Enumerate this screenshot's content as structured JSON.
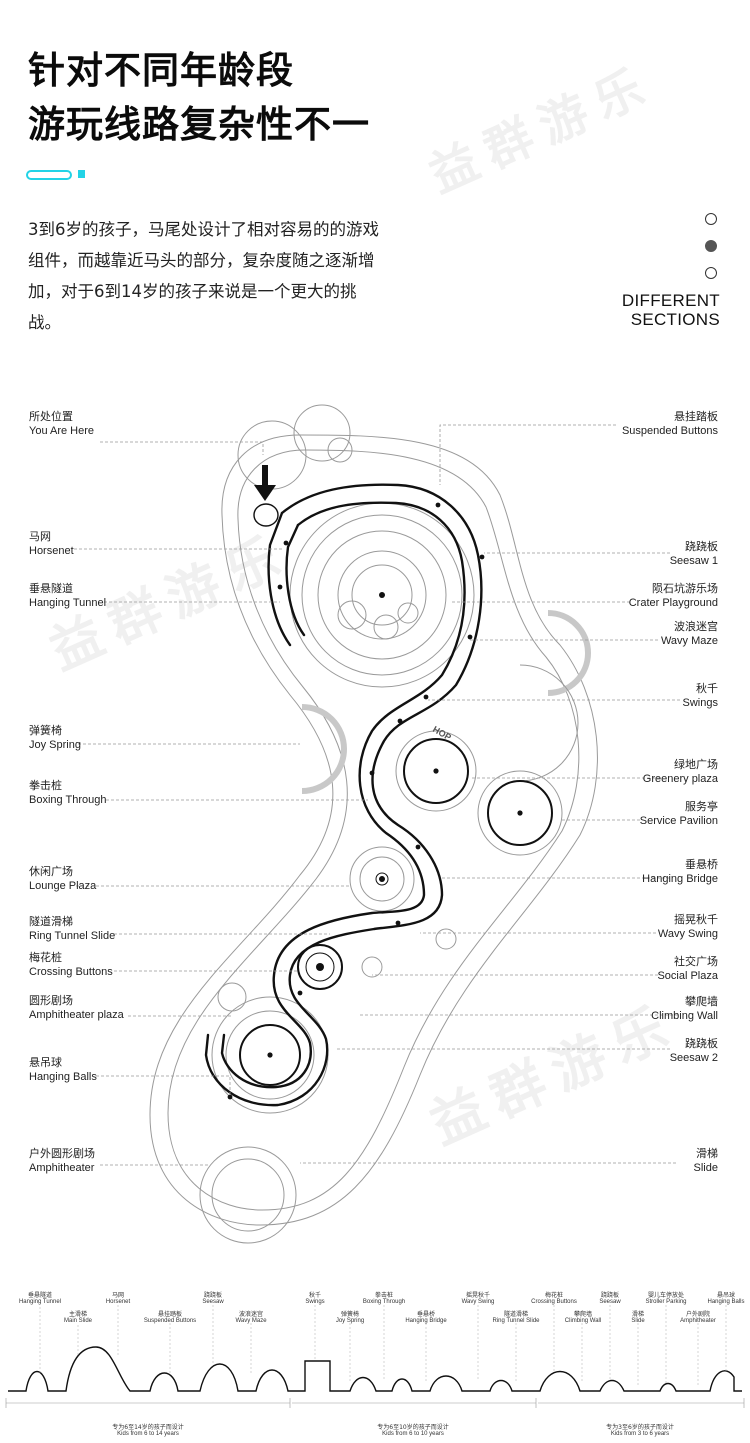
{
  "heading": {
    "line1": "针对不同年龄段",
    "line2": "游玩线路复杂性不一"
  },
  "intro": "3到6岁的孩子，马尾处设计了相对容易的的游戏组件，而越靠近马头的部分，复杂度随之逐渐增加，对于6到14岁的孩子来说是一个更大的挑战。",
  "section_title": {
    "line1": "DIFFERENT",
    "line2": "SECTIONS"
  },
  "watermark": "益群游乐",
  "pager": {
    "count": 3,
    "active_index": 1
  },
  "colors": {
    "accent": "#22d3e6",
    "line": "#9a9a9a",
    "path": "#111111"
  },
  "map_labels_left": [
    {
      "cn": "所处位置",
      "en": "You Are Here"
    },
    {
      "cn": "马网",
      "en": "Horsenet"
    },
    {
      "cn": "垂悬隧道",
      "en": "Hanging Tunnel"
    },
    {
      "cn": "弹簧椅",
      "en": "Joy Spring"
    },
    {
      "cn": "拳击桩",
      "en": "Boxing Through"
    },
    {
      "cn": "休闲广场",
      "en": "Lounge Plaza"
    },
    {
      "cn": "隧道滑梯",
      "en": "Ring Tunnel Slide"
    },
    {
      "cn": "梅花桩",
      "en": "Crossing Buttons"
    },
    {
      "cn": "圆形剧场",
      "en": "Amphitheater plaza"
    },
    {
      "cn": "悬吊球",
      "en": "Hanging Balls"
    },
    {
      "cn": "户外圆形剧场",
      "en": "Amphitheater"
    }
  ],
  "map_labels_right": [
    {
      "cn": "悬挂踏板",
      "en": "Suspended Buttons"
    },
    {
      "cn": "跷跷板",
      "en": "Seesaw 1"
    },
    {
      "cn": "陨石坑游乐场",
      "en": "Crater Playground"
    },
    {
      "cn": "波浪迷宫",
      "en": "Wavy Maze"
    },
    {
      "cn": "秋千",
      "en": "Swings"
    },
    {
      "cn": "绿地广场",
      "en": "Greenery plaza"
    },
    {
      "cn": "服务亭",
      "en": "Service Pavilion"
    },
    {
      "cn": "垂悬桥",
      "en": "Hanging Bridge"
    },
    {
      "cn": "摇晃秋千",
      "en": "Wavy Swing"
    },
    {
      "cn": "社交广场",
      "en": "Social Plaza"
    },
    {
      "cn": "攀爬墙",
      "en": "Climbing Wall"
    },
    {
      "cn": "跷跷板",
      "en": "Seesaw 2"
    },
    {
      "cn": "滑梯",
      "en": "Slide"
    }
  ],
  "map_text": {
    "hop": "HOP"
  },
  "profile_labels": [
    {
      "cn": "垂悬隧道",
      "en": "Hanging Tunnel"
    },
    {
      "cn": "主滑梯",
      "en": "Main Slide"
    },
    {
      "cn": "马网",
      "en": "Horsenet"
    },
    {
      "cn": "悬挂踏板",
      "en": "Suspended Buttons"
    },
    {
      "cn": "跷跷板",
      "en": "Seesaw"
    },
    {
      "cn": "波浪迷宫",
      "en": "Wavy Maze"
    },
    {
      "cn": "秋千",
      "en": "Swings"
    },
    {
      "cn": "弹簧椅",
      "en": "Joy Spring"
    },
    {
      "cn": "拳击桩",
      "en": "Boxing Through"
    },
    {
      "cn": "垂悬桥",
      "en": "Hanging Bridge"
    },
    {
      "cn": "摇晃秋千",
      "en": "Wavy Swing"
    },
    {
      "cn": "隧道滑梯",
      "en": "Ring Tunnel Slide"
    },
    {
      "cn": "梅花桩",
      "en": "Crossing Buttons"
    },
    {
      "cn": "攀爬墙",
      "en": "Climbing Wall"
    },
    {
      "cn": "跷跷板",
      "en": "Seesaw"
    },
    {
      "cn": "滑梯",
      "en": "Slide"
    },
    {
      "cn": "婴儿车停放处",
      "en": "Stroller Parking"
    },
    {
      "cn": "户外剧院",
      "en": "Amphitheater"
    },
    {
      "cn": "悬吊球",
      "en": "Hanging Balls"
    }
  ],
  "age_groups": [
    {
      "cn": "专为6至14岁的孩子而设计",
      "en": "Kids from 6 to 14 years"
    },
    {
      "cn": "专为6至10岁的孩子而设计",
      "en": "Kids from 6 to 10 years"
    },
    {
      "cn": "专为3至6岁的孩子而设计",
      "en": "Kids from 3 to 6 years"
    }
  ]
}
